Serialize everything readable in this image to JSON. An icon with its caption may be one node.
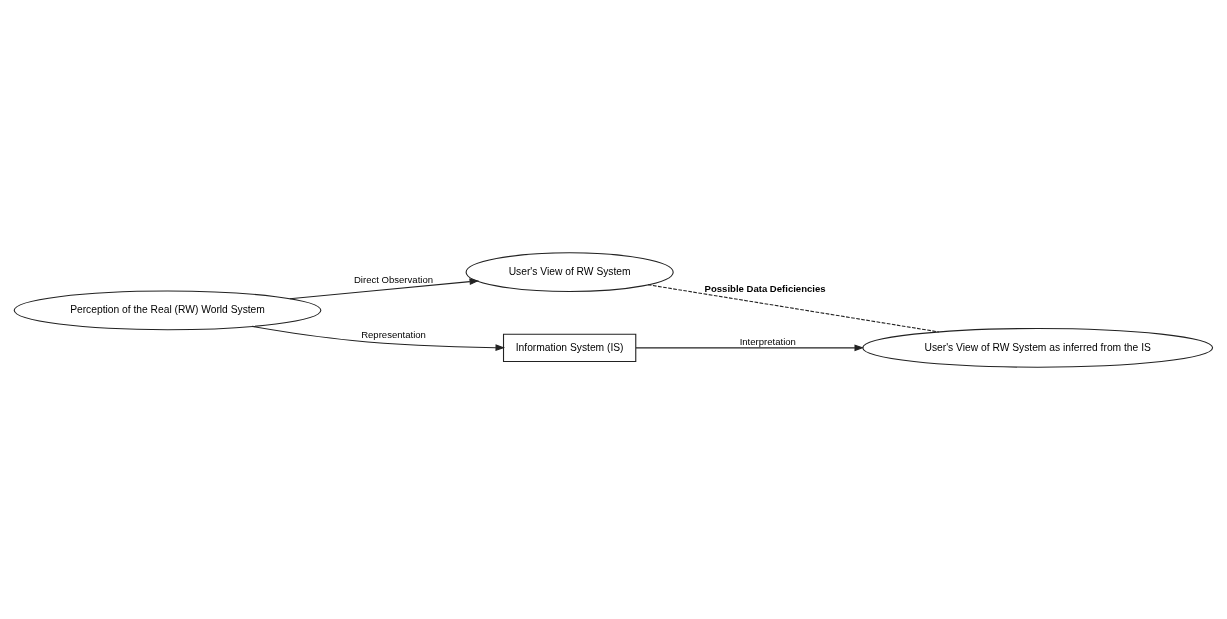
{
  "diagram": {
    "nodes": [
      {
        "text": [
          "User's View of RW System"
        ]
      },
      {
        "text": [
          "Perception of the Real (RW) World System"
        ]
      },
      {
        "text": [
          "User's View of RW System as inferred from the IS"
        ]
      },
      {
        "text": [
          "Information System (IS)"
        ]
      }
    ],
    "edges": [
      {
        "from": 1,
        "to": 0,
        "arrow": "to",
        "label": "Direct Observation"
      },
      {
        "from": 1,
        "to": 3,
        "arrow": "to",
        "label": "Representation"
      },
      {
        "from": 3,
        "to": 2,
        "arrow": "to",
        "label": "Interpretation"
      },
      {
        "from": 0,
        "to": 2,
        "arrow": "none",
        "style": "dashed",
        "label": "Possible Data Deficiencies"
      }
    ]
  }
}
